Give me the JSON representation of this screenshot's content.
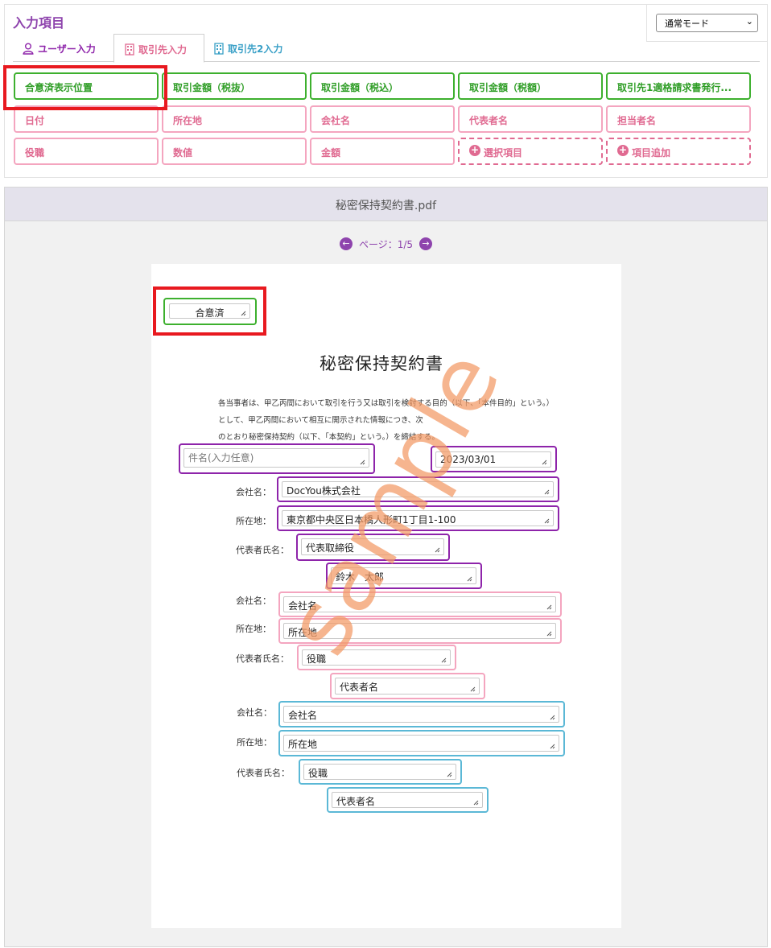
{
  "panel": {
    "title": "入力項目"
  },
  "mode": {
    "selected": "通常モード"
  },
  "tabs": [
    {
      "label": "ユーザー入力"
    },
    {
      "label": "取引先入力"
    },
    {
      "label": "取引先2入力"
    }
  ],
  "field_buttons": {
    "row1": [
      "合意済表示位置",
      "取引金額（税抜）",
      "取引金額（税込）",
      "取引金額（税額）",
      "取引先1適格請求書発行..."
    ],
    "row2": [
      "日付",
      "所在地",
      "会社名",
      "代表者名",
      "担当者名"
    ],
    "row3": [
      "役職",
      "数値",
      "金額"
    ],
    "add_select": "選択項目",
    "add_item": "項目追加"
  },
  "viewer": {
    "filename": "秘密保持契約書.pdf",
    "page_label": "ページ：1/5",
    "page_current": 1,
    "page_total": 5
  },
  "document": {
    "agreed_label": "合意済",
    "title": "秘密保持契約書",
    "body_lines": [
      "各当事者は、甲乙丙間において取引を行う又は取引を検討する目的（以下、「本件目的」という。）",
      "として、甲乙丙間において相互に開示された情報につき、次",
      "のとおり秘密保持契約（以下、「本契約」という。）を締結する。"
    ],
    "subject_placeholder": "件名(入力任意)",
    "date": "2023/03/01",
    "labels": {
      "company": "会社名：",
      "address": "所在地：",
      "representative": "代表者氏名："
    },
    "party1": {
      "company": "DocYou株式会社",
      "address": "東京都中央区日本橋人形町1丁目1-100",
      "title": "代表取締役",
      "name": "鈴木　太郎"
    },
    "party2": {
      "company": "会社名",
      "address": "所在地",
      "title": "役職",
      "name": "代表者名"
    },
    "party3": {
      "company": "会社名",
      "address": "所在地",
      "title": "役職",
      "name": "代表者名"
    },
    "watermark": "sample"
  },
  "colors": {
    "purple": "#8e24aa",
    "pink": "#f4a5bf",
    "blue": "#5bb8d6",
    "green": "#3db02e",
    "highlight_red": "#e8191f"
  }
}
